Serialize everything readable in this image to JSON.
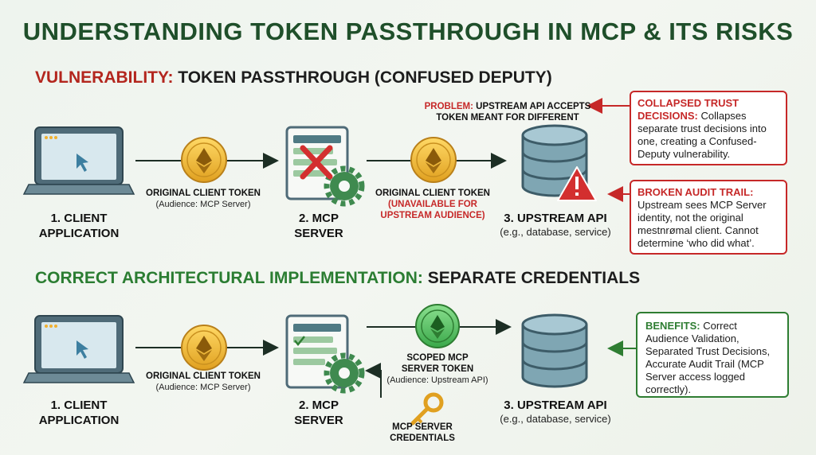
{
  "title": "UNDERSTANDING TOKEN PASSTHROUGH IN MCP & ITS RISKS",
  "vuln": {
    "heading_prefix": "VULNERABILITY:",
    "heading_rest": " TOKEN PASSTHROUGH (CONFUSED DEPUTY)",
    "client_label": "1. CLIENT\nAPPLICATION",
    "server_label": "2. MCP\nSERVER",
    "api_label": "3. UPSTREAM API",
    "api_sub": "(e.g., database, service)",
    "token1_title": "ORIGINAL CLIENT TOKEN",
    "token1_sub": "(Audience: MCP Server)",
    "token2_title": "ORIGINAL CLIENT TOKEN",
    "token2_warn": "(UNAVAILABLE FOR\nUPSTREAM AUDIENCE)",
    "problem_prefix": "PROBLEM:",
    "problem_rest": " UPSTREAM API ACCEPTS\nTOKEN MEANT FOR DIFFERENT",
    "box1_title": "COLLAPSED TRUST\nDECISIONS:",
    "box1_text": " Collapses separate trust decisions into one, creating a Confused-Deputy vulnerability.",
    "box2_title": "BROKEN AUDIT TRAIL:",
    "box2_text": " Upstream sees MCP Server identity, not the original mestnrømal client. Cannot determine ‘who did what’."
  },
  "correct": {
    "heading_prefix": "CORRECT ARCHITECTURAL IMPLEMENTATION:",
    "heading_rest": " SEPARATE CREDENTIALS",
    "client_label": "1. CLIENT\nAPPLICATION",
    "server_label": "2. MCP\nSERVER",
    "api_label": "3. UPSTREAM API",
    "api_sub": "(e.g., database, service)",
    "token1_title": "ORIGINAL CLIENT TOKEN",
    "token1_sub": "(Audience: MCP Server)",
    "scoped_title": "SCOPED MCP\nSERVER TOKEN",
    "scoped_sub": "(Audience: Upstream API)",
    "creds_label": "MCP SERVER\nCREDENTIALS",
    "benefits_title": "BENEFITS:",
    "benefits_text": " Correct Audience Validation, Separated Trust Decisions, Accurate Audit Trail (MCP Server access logged correctly)."
  },
  "colors": {
    "title_green": "#1f4f2a",
    "red": "#c62828",
    "green": "#2e7d32",
    "gold": "#f2b632",
    "token_green": "#5cc56a",
    "db_blue": "#7fa6b3"
  }
}
